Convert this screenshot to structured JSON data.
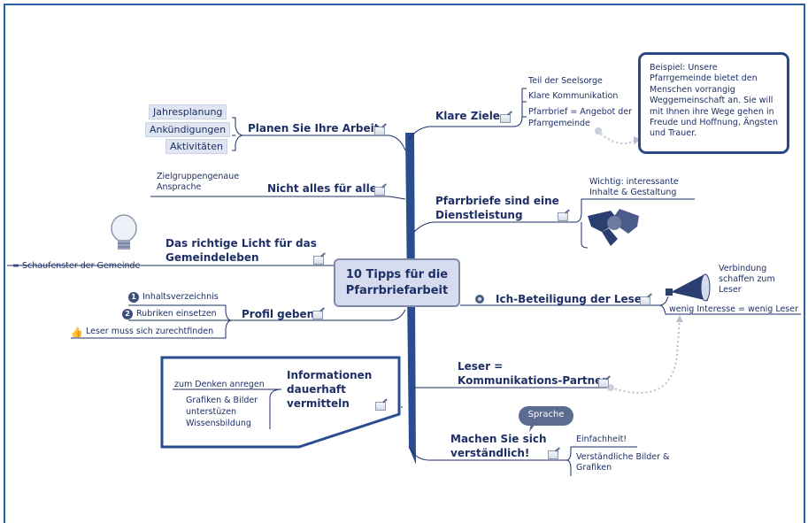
{
  "colors": {
    "accent": "#2a5fa8",
    "spine": "#2a4d8f",
    "text": "#1d2f66",
    "center_fill": "#d6dced"
  },
  "center": {
    "line1": "10 Tipps für die",
    "line2": "Pfarrbriefarbeit"
  },
  "left_branches": {
    "planen": {
      "label": "Planen Sie Ihre Arbeit",
      "items": [
        "Jahresplanung",
        "Ankündigungen",
        "Aktivitäten"
      ]
    },
    "nicht_alles": {
      "label": "Nicht alles für alle",
      "note_line1": "Zielgruppengenaue",
      "note_line2": "Ansprache"
    },
    "licht": {
      "line1": "Das richtige Licht für das",
      "line2": "Gemeindeleben",
      "note": "= Schaufenster der Gemeinde",
      "icon": "lightbulb-icon"
    },
    "profil": {
      "label": "Profil geben",
      "items": [
        {
          "badge": "1",
          "text": "Inhaltsverzeichnis"
        },
        {
          "badge": "2",
          "text": "Rubriken einsetzen"
        },
        {
          "badge": "",
          "text": "Leser muss sich zurechtfinden"
        }
      ]
    },
    "informationen": {
      "line1": "Informationen",
      "line2": "dauerhaft",
      "line3": "vermitteln",
      "note1": "zum Denken anregen",
      "note2_line1": "Grafiken & Bilder",
      "note2_line2": "unterstüzen",
      "note2_line3": "Wissensbildung"
    }
  },
  "right_branches": {
    "ziele": {
      "label": "Klare Ziele",
      "items": [
        "Teil der Seelsorge",
        "Klare Kommunikation"
      ],
      "item3_line1": "Pfarrbrief = Angebot der",
      "item3_line2": "Pfarrgemeinde"
    },
    "callout": "Beispiel: Unsere Pfarrgemeinde bietet den Menschen vorrangig Weggemeinschaft an. Sie will mit Ihnen ihre Wege gehen in Freude und Hoffnung, Ängsten und Trauer.",
    "dienst": {
      "line1": "Pfarrbriefe sind eine",
      "line2": "Dienstleistung",
      "note_line1": "Wichtig: interessante",
      "note_line2": "Inhalte & Gestaltung",
      "icon": "handshake-icon"
    },
    "beteiligung": {
      "label": "Ich-Beteiligung der Leser",
      "note_line1": "Verbindung",
      "note_line2": "schaffen zum",
      "note_line3": "Leser",
      "note2": "wenig Interesse = wenig Leser",
      "icon": "megaphone-icon"
    },
    "partner": {
      "line1": "Leser =",
      "line2": "Kommunikations-Partner"
    },
    "verstaendlich": {
      "line1": "Machen Sie sich",
      "line2": "verständlich!",
      "bubble": "Sprache",
      "item1": "Einfachheit!",
      "item2_line1": "Verständliche Bilder &",
      "item2_line2": "Grafiken"
    }
  }
}
